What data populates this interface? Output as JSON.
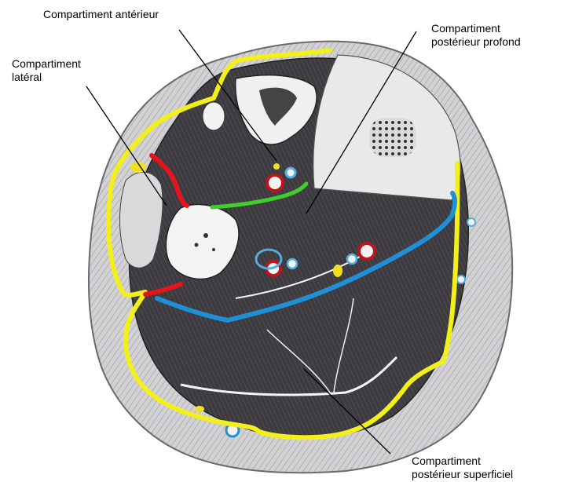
{
  "labels": {
    "anterior": "Compartiment antérieur",
    "deep_posterior_line1": "Compartiment",
    "deep_posterior_line2": "postérieur profond",
    "lateral_line1": "Compartiment",
    "lateral_line2": "latéral",
    "superficial_posterior_line1": "Compartiment",
    "superficial_posterior_line2": "postérieur superficiel"
  },
  "colors": {
    "boundary_yellow": "#f2ef1a",
    "boundary_red": "#e8141c",
    "boundary_green": "#3ecf2a",
    "boundary_blue": "#1f8fd6",
    "artery_red": "#c0141c",
    "nerve_yellow": "#f0e020",
    "vein_blue": "#4fb0e0",
    "muscle_dark": "#3f3d40",
    "bone_light": "#e6e6e6",
    "fat_light": "#cfcfd2"
  }
}
